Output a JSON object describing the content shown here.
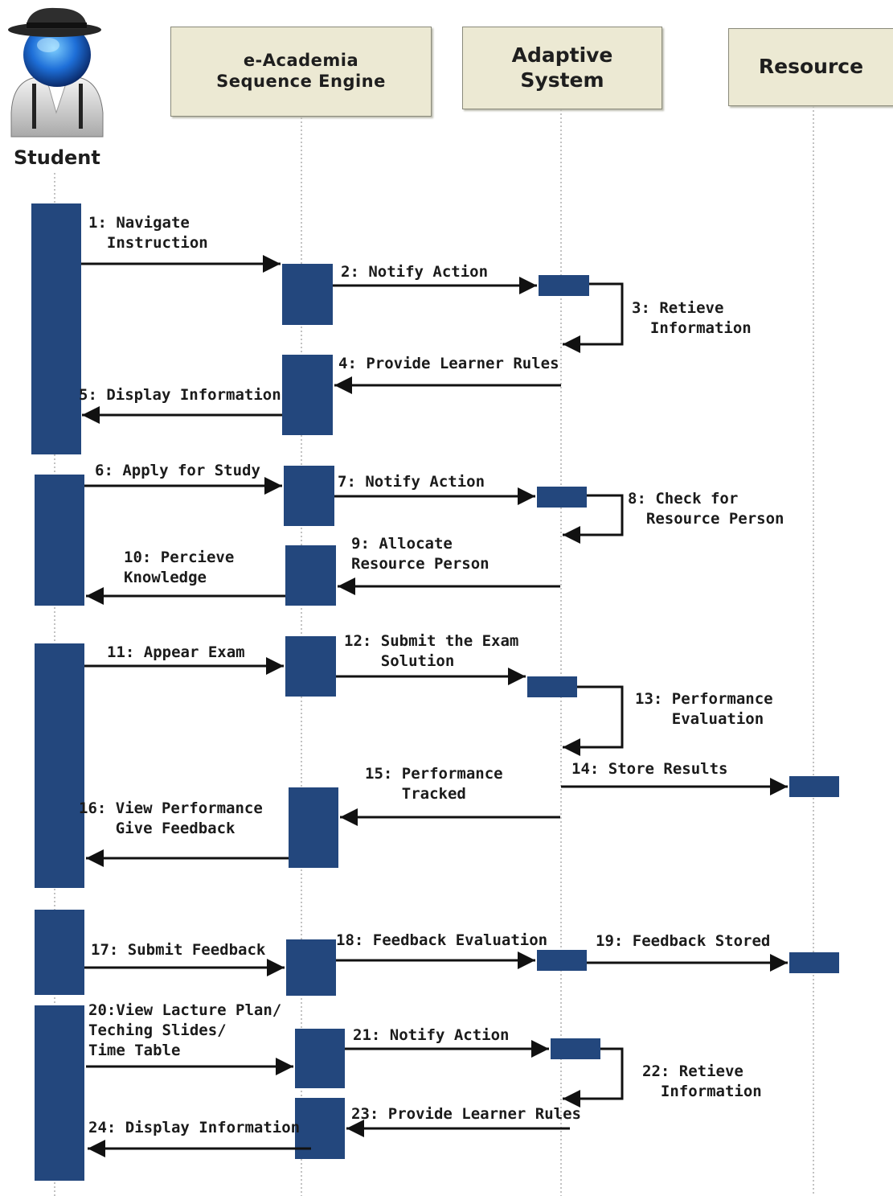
{
  "lifelines": {
    "student": "Student",
    "engine": "e-Academia\nSequence Engine",
    "adaptive": "Adaptive\nSystem",
    "resource": "Resource"
  },
  "messages": [
    {
      "id": "m1",
      "text": "1: Navigate\n  Instruction"
    },
    {
      "id": "m2",
      "text": "2: Notify Action"
    },
    {
      "id": "m3",
      "text": "3: Retieve\n  Information"
    },
    {
      "id": "m4",
      "text": "4: Provide Learner Rules"
    },
    {
      "id": "m5",
      "text": "5: Display Information"
    },
    {
      "id": "m6",
      "text": "6: Apply for Study"
    },
    {
      "id": "m7",
      "text": "7: Notify Action"
    },
    {
      "id": "m8",
      "text": "8: Check for\n  Resource Person"
    },
    {
      "id": "m9",
      "text": "9: Allocate\nResource Person"
    },
    {
      "id": "m10",
      "text": "10: Percieve\nKnowledge"
    },
    {
      "id": "m11",
      "text": "11: Appear Exam"
    },
    {
      "id": "m12",
      "text": "12: Submit the Exam\n    Solution"
    },
    {
      "id": "m13",
      "text": "13: Performance\n    Evaluation"
    },
    {
      "id": "m14",
      "text": "14: Store Results"
    },
    {
      "id": "m15",
      "text": "15: Performance\n    Tracked"
    },
    {
      "id": "m16",
      "text": "16: View Performance\n    Give Feedback"
    },
    {
      "id": "m17",
      "text": "17: Submit Feedback"
    },
    {
      "id": "m18",
      "text": "18: Feedback Evaluation"
    },
    {
      "id": "m19",
      "text": "19: Feedback Stored"
    },
    {
      "id": "m20",
      "text": "20:View Lacture Plan/\nTeching Slides/\nTime Table"
    },
    {
      "id": "m21",
      "text": "21: Notify Action"
    },
    {
      "id": "m22",
      "text": "22: Retieve\n  Information"
    },
    {
      "id": "m23",
      "text": "23: Provide Learner Rules"
    },
    {
      "id": "m24",
      "text": "24: Display Information"
    }
  ],
  "colors": {
    "activation": "#23477d",
    "header": "#ece9d3",
    "arrow": "#111111",
    "lifeline": "#9a9a9a"
  },
  "icons": {
    "student": "student-avatar-icon"
  }
}
